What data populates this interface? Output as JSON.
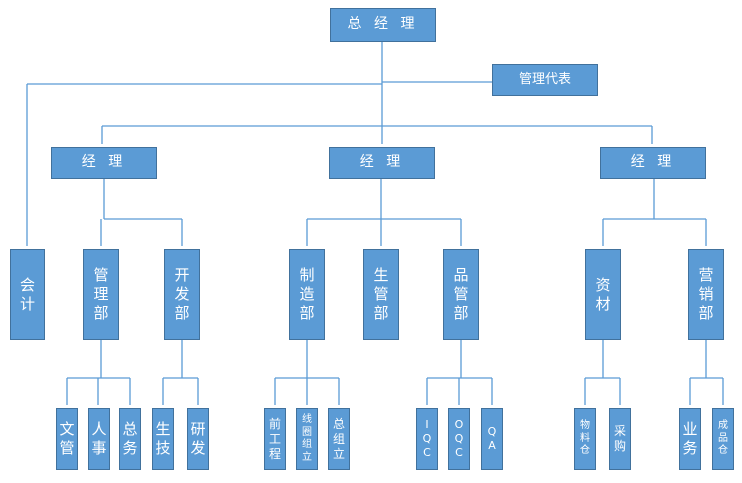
{
  "top": {
    "gm": "总 经 理",
    "rep": "管理代表"
  },
  "managers": {
    "left": "经  理",
    "mid": "经  理",
    "right": "经  理"
  },
  "depts": {
    "accounting": "会\n计",
    "admin": "管\n理\n部",
    "dev": "开\n发\n部",
    "mfg": "制\n造\n部",
    "prod": "生\n管\n部",
    "qa": "品\n管\n部",
    "materials": "资\n材",
    "sales": "营\n销\n部"
  },
  "units": {
    "doc": "文\n管",
    "hr": "人\n事",
    "general": "总\n务",
    "prodtech": "生\n技",
    "rnd": "研\n发",
    "front": "前\n工\n程",
    "coil": "线\n圈\n组\n立",
    "assembly": "总\n组\n立",
    "iqc": "I\nQ\nC",
    "oqc": "O\nQ\nC",
    "qaunit": "Q\nA",
    "warehouse": "物\n料\n仓",
    "purchase": "采\n购",
    "business": "业\n务",
    "finished": "成\n品\n仓"
  },
  "colors": {
    "fill": "#5b9bd5",
    "border": "#41719c",
    "line": "#5b9bd5",
    "text": "#ffffff"
  }
}
